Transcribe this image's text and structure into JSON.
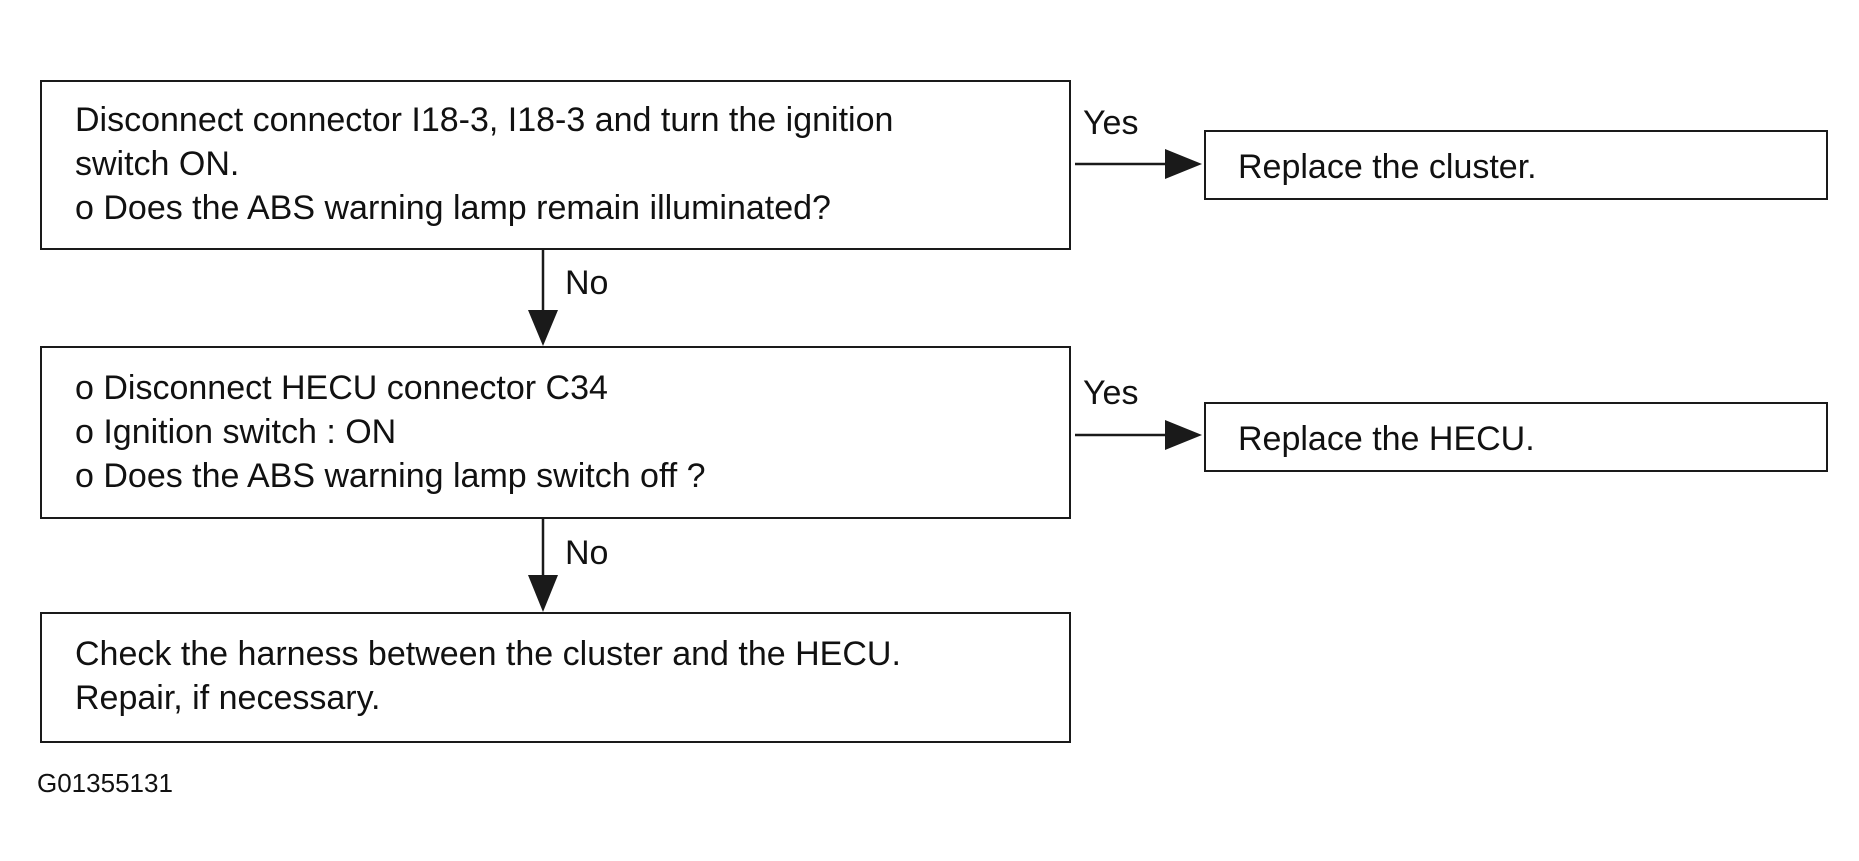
{
  "nodes": {
    "step1": {
      "lines": [
        "Disconnect connector I18-3, I18-3 and turn the ignition",
        "switch ON.",
        "o  Does the ABS warning lamp remain illuminated?"
      ]
    },
    "result1": {
      "lines": [
        "Replace the cluster."
      ]
    },
    "step2": {
      "lines": [
        "o  Disconnect HECU connector C34",
        "o  Ignition switch : ON",
        "o  Does the ABS warning lamp switch off ?"
      ]
    },
    "result2": {
      "lines": [
        "Replace the HECU."
      ]
    },
    "step3": {
      "lines": [
        "Check the harness between the cluster and the HECU.",
        "Repair, if necessary."
      ]
    }
  },
  "edges": {
    "step1_to_result1": "Yes",
    "step1_to_step2": "No",
    "step2_to_result2": "Yes",
    "step2_to_step3": "No"
  },
  "figure_id": "G01355131",
  "colors": {
    "stroke": "#1a1a1a",
    "text": "#111111",
    "background": "#ffffff"
  }
}
